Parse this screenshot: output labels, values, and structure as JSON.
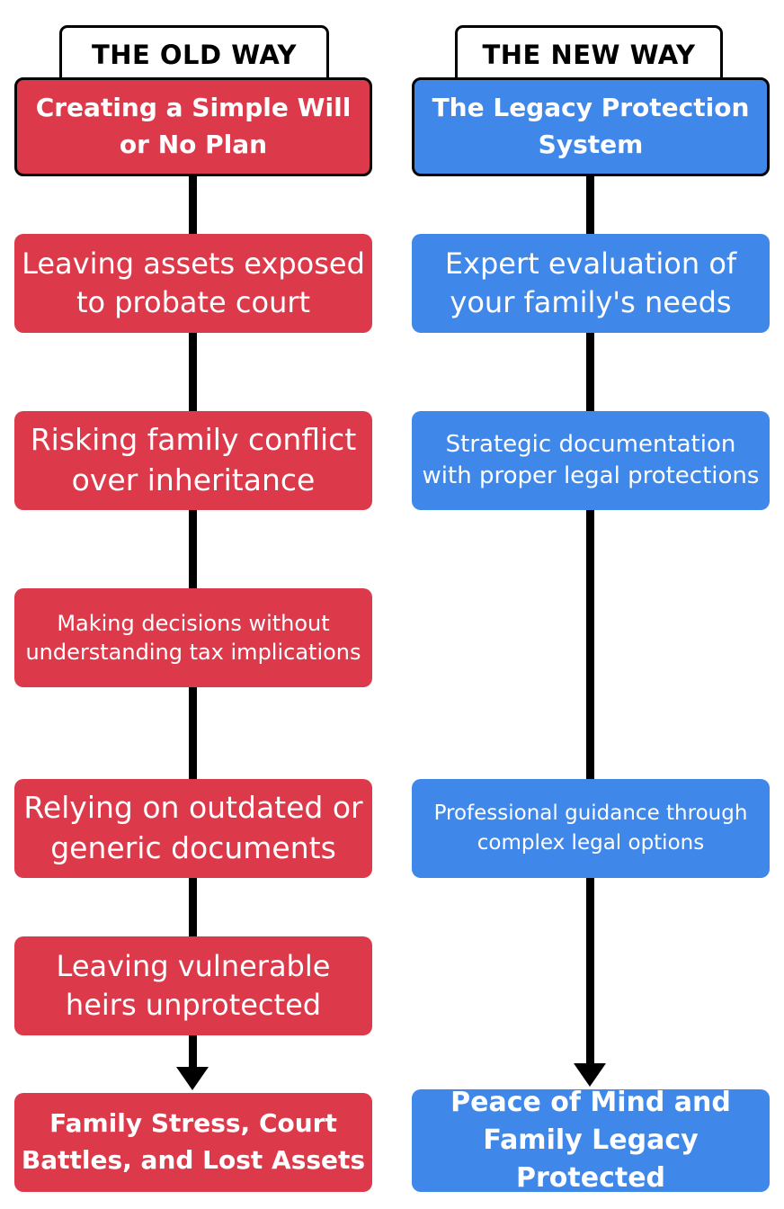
{
  "old_way": {
    "header": "THE OLD WAY",
    "start": "Creating a Simple Will or No Plan",
    "steps": [
      "Leaving assets exposed to probate court",
      "Risking family conflict over inheritance",
      "Making decisions without understanding tax implications",
      "Relying on outdated or generic documents",
      "Leaving vulnerable heirs unprotected"
    ],
    "outcome": "Family Stress, Court Battles, and Lost Assets"
  },
  "new_way": {
    "header": "THE NEW WAY",
    "start": "The Legacy Protection System",
    "steps": [
      "Expert evaluation of your family's needs",
      "Strategic documentation with proper legal protections",
      "Professional guidance through complex legal options"
    ],
    "outcome": "Peace of Mind and Family Legacy Protected"
  },
  "colors": {
    "old_way": "#dc3a4b",
    "new_way": "#3f88ea",
    "connector": "#000000"
  }
}
